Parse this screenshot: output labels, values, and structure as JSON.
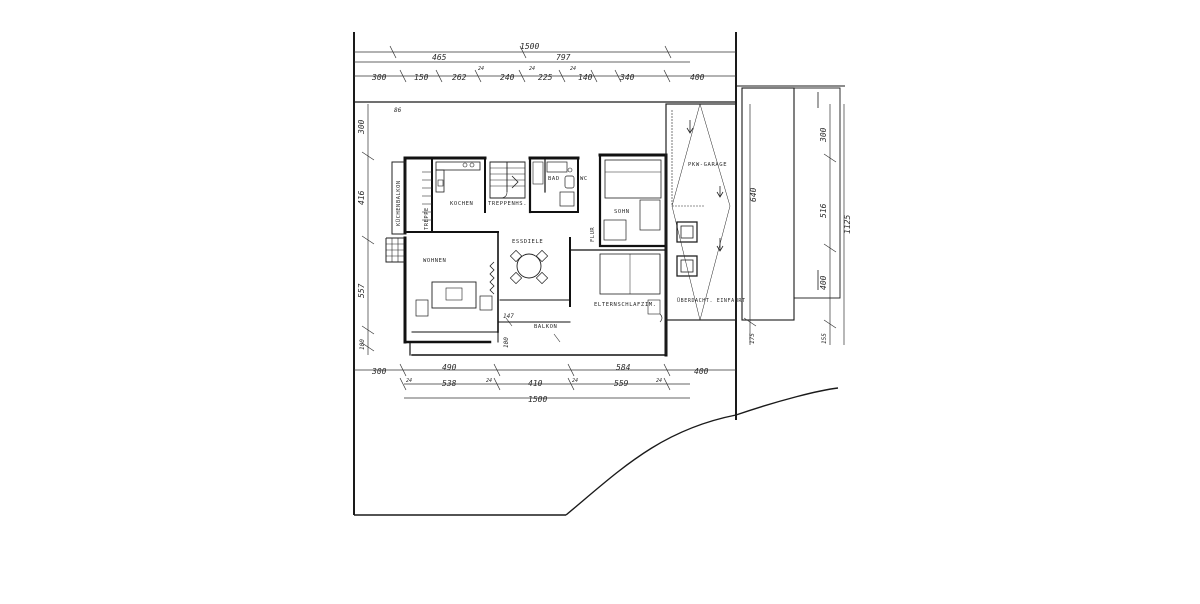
{
  "colors": {
    "ink": "#1a1a1a",
    "paper": "#ffffff",
    "grey_ink": "#555555",
    "shade": "#f0f0f0"
  },
  "rooms": {
    "kuechenbalkon": "KÜCHENBALKON",
    "treppe": "TREPPE",
    "kochen": "KOCHEN",
    "treppenhaus": "TREPPENHS.",
    "bad": "BAD",
    "wc": "WC",
    "sohn": "SOHN",
    "garage": "PKW-GARAGE",
    "essdiele": "ESSDIELE",
    "flur": "FLUR",
    "wohnen": "WOHNEN",
    "elternschlafzimmer": "ELTERNSCHLAFZIM.",
    "balkon": "BALKON",
    "einfahrt": "ÜBERDACHT. EINFAHRT"
  },
  "dimensions": {
    "top_total": "1500",
    "top_sub_465": "465",
    "top_sub_797": "797",
    "top_chain": [
      "300",
      "150",
      "262",
      "240",
      "225",
      "140",
      "340",
      "400"
    ],
    "top_small": [
      "24",
      "24",
      "24",
      "86"
    ],
    "left_chain": [
      "300",
      "416",
      "557",
      "100"
    ],
    "left_small_86": "86",
    "bottom_row1": [
      "300",
      "490",
      "584",
      "400"
    ],
    "bottom_row2": [
      "538",
      "410",
      "559"
    ],
    "bottom_small": [
      "24",
      "24",
      "24",
      "24"
    ],
    "bottom_total": "1500",
    "right_640": "640",
    "right_chain": [
      "300",
      "516",
      "400",
      "155"
    ],
    "right_total": "1125",
    "right_small": "175",
    "balcony_dims": [
      "147",
      "100"
    ]
  }
}
